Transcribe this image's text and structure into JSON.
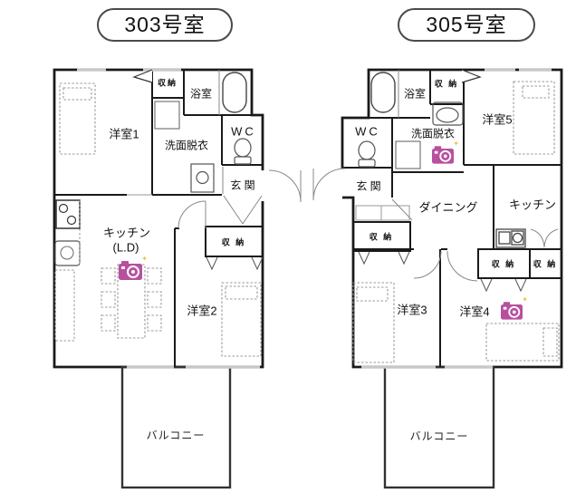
{
  "page": {
    "background": "#ffffff"
  },
  "unit303": {
    "title": "303号室",
    "labels": {
      "yoshitsu1": "洋室1",
      "shuno_top": "収納",
      "bath": "浴室",
      "wc": "WC",
      "senmen": "洗面脱衣",
      "genkan": "玄 関",
      "kitchen_line1": "キッチン",
      "kitchen_line2": "(L.D)",
      "shuno_hall": "収 納",
      "yoshitsu2": "洋室2",
      "balcony": "バルコニー"
    },
    "camera_spots": [
      "kitchen_ld"
    ]
  },
  "unit305": {
    "title": "305号室",
    "labels": {
      "bath": "浴室",
      "shuno_top": "収 納",
      "yoshitsu5": "洋室5",
      "wc": "WC",
      "senmen": "洗面脱衣",
      "genkan": "玄 関",
      "dining": "ダイニング",
      "kitchen": "キッチン",
      "shuno_hall": "収 納",
      "shuno_k1": "収 納",
      "shuno_k2": "収 納",
      "yoshitsu3": "洋室3",
      "yoshitsu4": "洋室4",
      "balcony": "バルコニー"
    },
    "camera_spots": [
      "senmen",
      "yoshitsu4"
    ]
  },
  "icons": {
    "camera": "camera-icon"
  },
  "colors": {
    "wall": "#1a1a1a",
    "fixture": "#555555",
    "furniture": "#999999",
    "window": "#c8c8c8",
    "camera": "#b8509e",
    "badge_border": "#4a4a4a"
  }
}
